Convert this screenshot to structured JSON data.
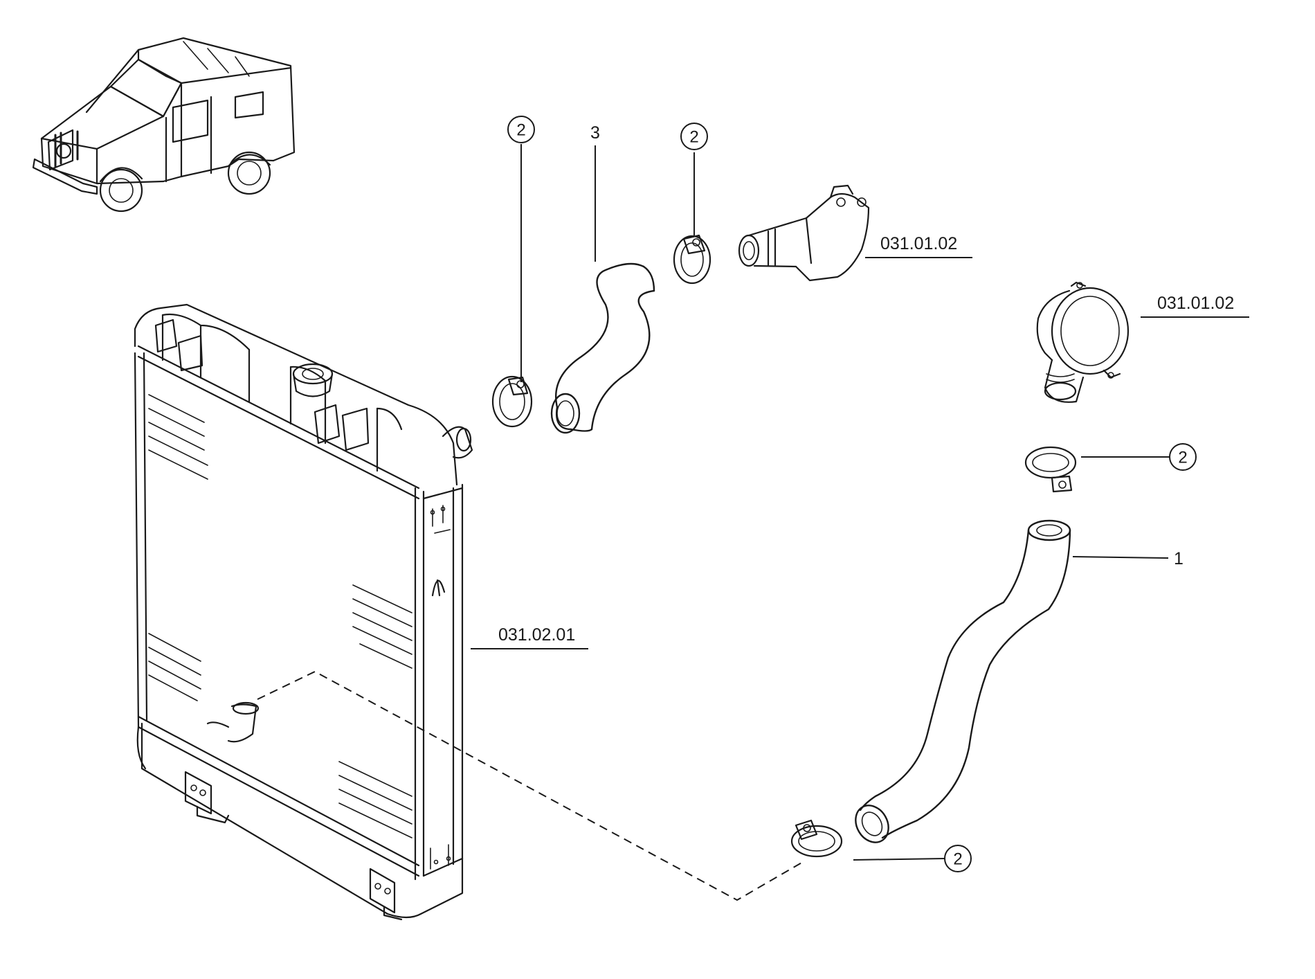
{
  "callouts": {
    "clamp_top_left": "2",
    "hose_top": "3",
    "clamp_top_right": "2",
    "thermostat_housing_top": "031.01.02",
    "thermostat_housing_right": "031.01.02",
    "clamp_right": "2",
    "hose_lower": "1",
    "radiator": "031.02.01",
    "clamp_bottom": "2"
  },
  "icons": [
    "vehicle-locator-icon"
  ]
}
